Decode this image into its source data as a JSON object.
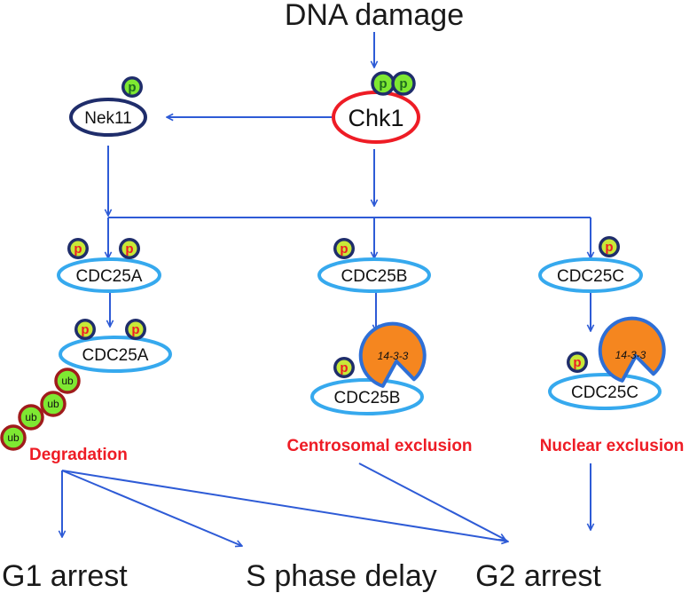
{
  "colors": {
    "arrow": "#2e5bd6",
    "cdc25_outline": "#36a9ee",
    "nek11_outline": "#1f2d6b",
    "chk1_outline": "#ee1c25",
    "label_red": "#ee1c25",
    "phospho_fill": "#7ee832",
    "phospho_text_green": "#8ee03a",
    "phospho_text_red": "#ee1c25",
    "ubiquitin_outline": "#a01c1c",
    "protein_1433_fill": "#f5861f"
  },
  "trigger": {
    "label": "DNA damage"
  },
  "nodes": {
    "chk1": {
      "label": "Chk1",
      "phospho_label": "p"
    },
    "nek11": {
      "label": "Nek11",
      "phospho_label": "p"
    },
    "cdc25a_top": {
      "label": "CDC25A"
    },
    "cdc25a_bottom": {
      "label": "CDC25A"
    },
    "cdc25b_top": {
      "label": "CDC25B"
    },
    "cdc25b_bottom": {
      "label": "CDC25B"
    },
    "cdc25c_top": {
      "label": "CDC25C"
    },
    "cdc25c_bottom": {
      "label": "CDC25C"
    }
  },
  "phospho_label": "p",
  "ubiquitin_label": "ub",
  "protein_1433_label": "14-3-3",
  "fates": {
    "degradation": "Degradation",
    "centrosomal_exclusion": "Centrosomal exclusion",
    "nuclear_exclusion": "Nuclear exclusion"
  },
  "outcomes": {
    "g1": "G1 arrest",
    "s_phase": "S phase delay",
    "g2": "G2 arrest"
  }
}
